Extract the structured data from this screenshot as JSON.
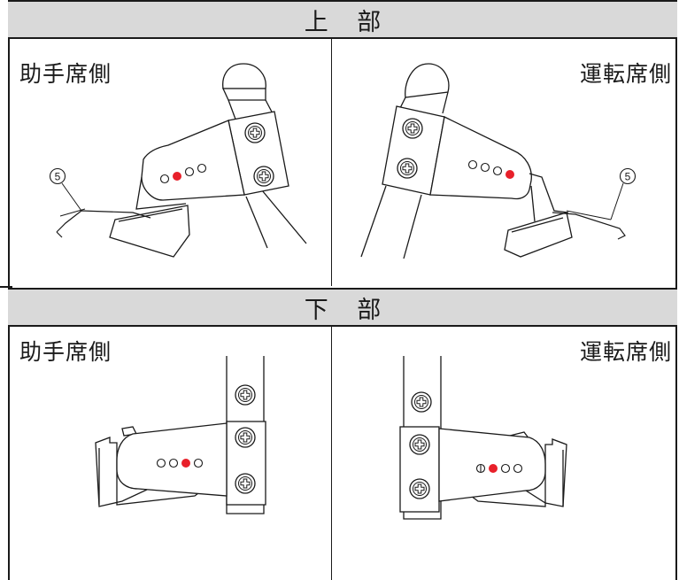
{
  "sections": [
    {
      "title": "上 部",
      "left_label": "助手席側",
      "right_label": "運転席側"
    },
    {
      "title": "下 部",
      "left_label": "助手席側",
      "right_label": "運転席側"
    }
  ],
  "callouts": [
    "5",
    "5"
  ],
  "colors": {
    "hole_marker": "#e8202a",
    "header_bg": "#d9d9d9",
    "line": "#1a1a1a"
  },
  "icons": [
    "phillips-screw-icon"
  ]
}
